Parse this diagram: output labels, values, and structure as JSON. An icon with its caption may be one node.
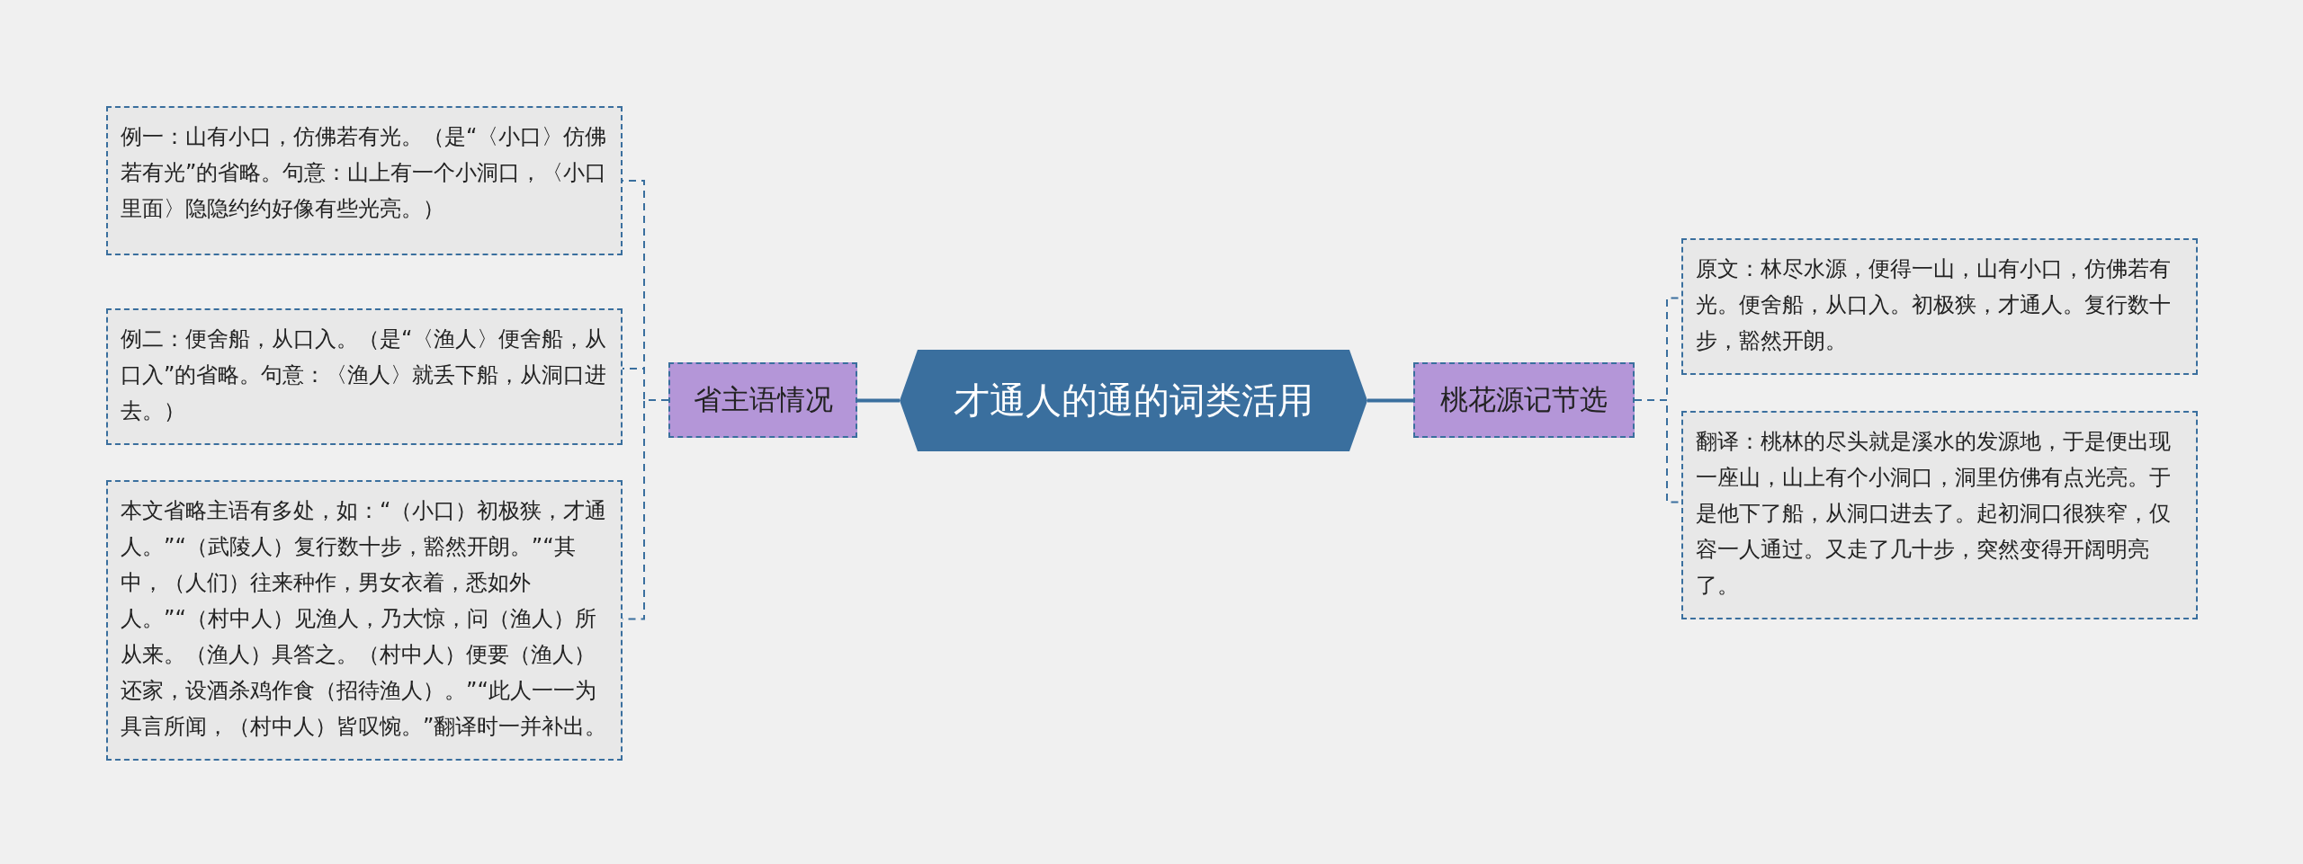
{
  "diagram": {
    "nodes": [
      {
        "text": [
          "才通人的通的词类活用"
        ]
      },
      {
        "text": [
          "省主语情况"
        ]
      },
      {
        "text": [
          "桃花源记节选"
        ]
      },
      {
        "text": [
          "例一：山有小口，仿佛若有光。（是“〈小口〉仿佛若有光”的省略。句意：山上有一个小洞口，〈小口里面〉隐隐约约好像有些光亮。）"
        ]
      },
      {
        "text": [
          "例二：便舍船，从口入。（是“〈渔人〉便舍船，从口入”的省略。句意：〈渔人〉就丢下船，从洞口进去。）"
        ]
      },
      {
        "text": [
          "本文省略主语有多处，如：“（小口）初极狭，才通人。”“（武陵人）复行数十步，豁然开朗。”“其中，（人们）往来种作，男女衣着，悉如外人。”“（村中人）见渔人，乃大惊，问（渔人）所从来。（渔人）具答之。（村中人）便要（渔人）还家，设酒杀鸡作食（招待渔人）。”“此人一一为具言所闻，（村中人）皆叹惋。”翻译时一并补出。"
        ]
      },
      {
        "text": [
          "原文：林尽水源，便得一山，山有小口，仿佛若有光。便舍船，从口入。初极狭，才通人。复行数十步，豁然开朗。"
        ]
      },
      {
        "text": [
          "翻译：桃林的尽头就是溪水的发源地，于是便出现一座山，山上有个小洞口，洞里仿佛有点光亮。于是他下了船，从洞口进去了。起初洞口很狭窄，仅容一人通过。又走了几十步，突然变得开阔明亮了。"
        ]
      }
    ],
    "edges": [
      {
        "from": 0,
        "to": 1,
        "arrow": "none"
      },
      {
        "from": 0,
        "to": 2,
        "arrow": "none"
      },
      {
        "from": 1,
        "to": 3,
        "arrow": "none",
        "style": "dashed"
      },
      {
        "from": 1,
        "to": 4,
        "arrow": "none",
        "style": "dashed"
      },
      {
        "from": 1,
        "to": 5,
        "arrow": "none",
        "style": "dashed"
      },
      {
        "from": 2,
        "to": 6,
        "arrow": "none",
        "style": "dashed"
      },
      {
        "from": 2,
        "to": 7,
        "arrow": "none",
        "style": "dashed"
      }
    ]
  }
}
